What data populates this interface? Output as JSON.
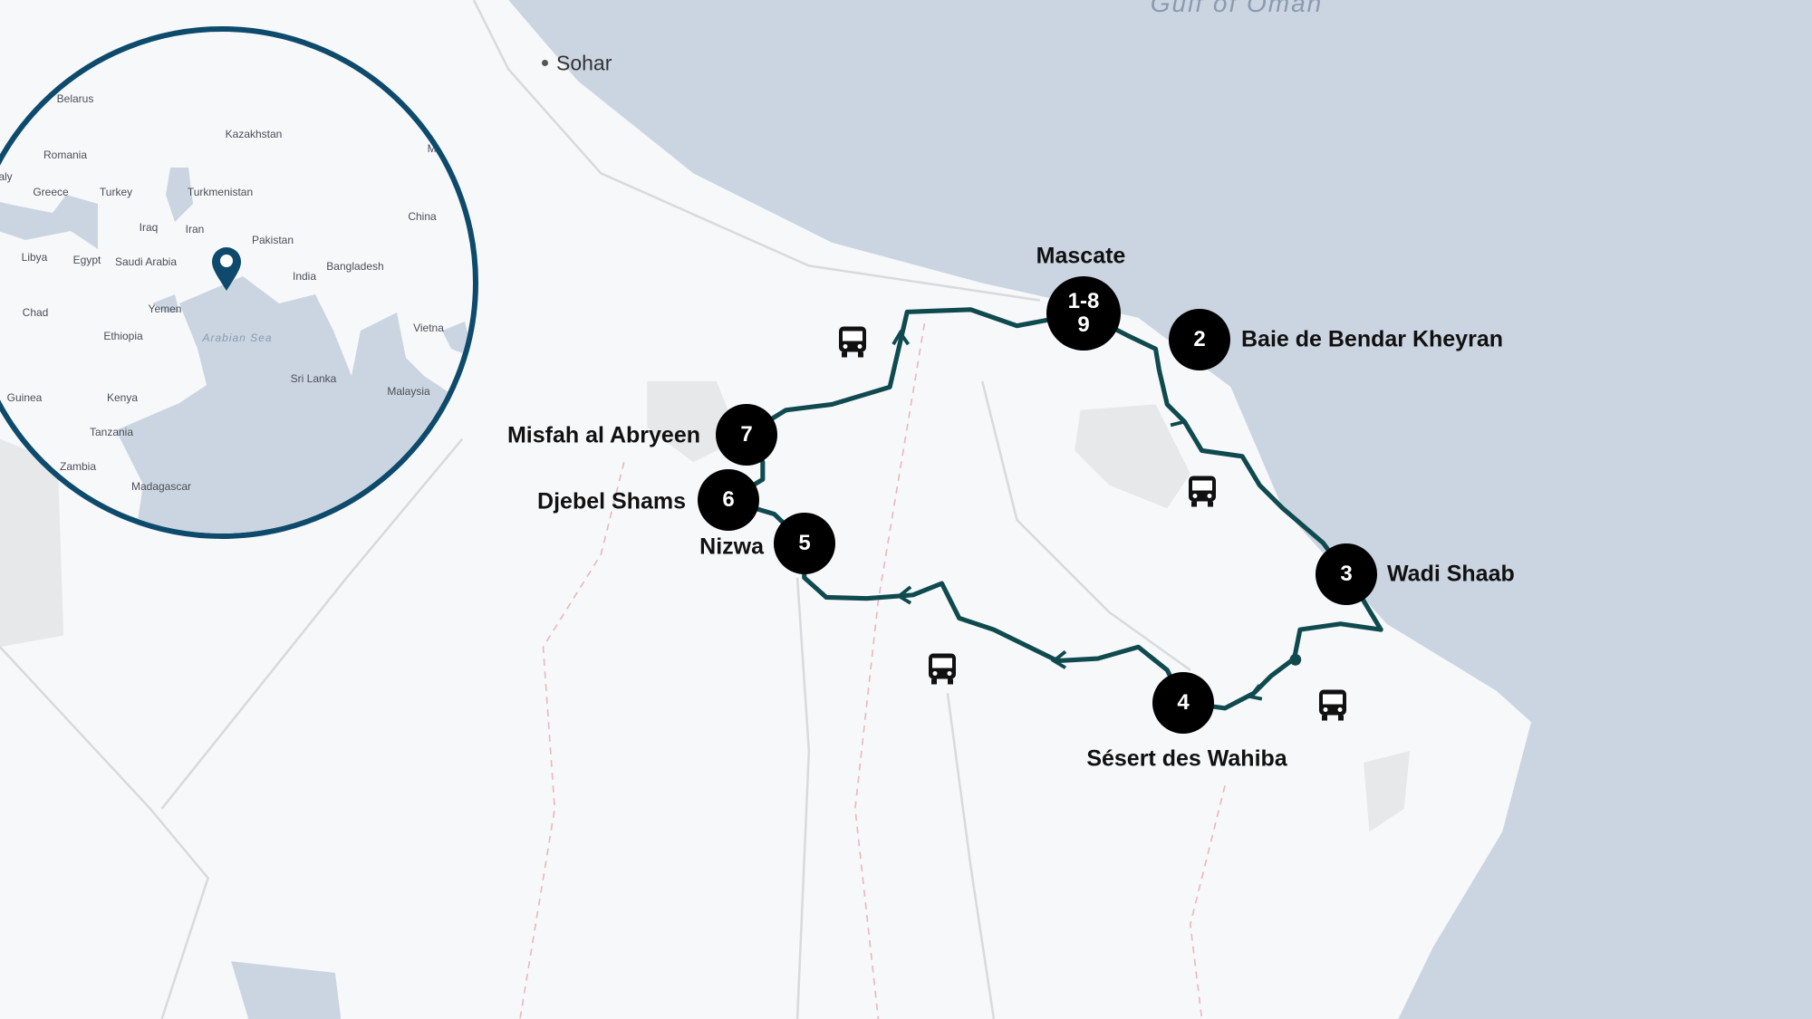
{
  "colors": {
    "route": "#0f4a4f",
    "inset_ring": "#0d4a6b",
    "sea": "#cbd5e1",
    "land": "#f7f8fa",
    "marker": "#000000"
  },
  "map": {
    "sea_label": "Gulf of Oman",
    "city_label": "Sohar",
    "stops": [
      {
        "number_lines": [
          "1-8",
          "9"
        ],
        "name": "Mascate"
      },
      {
        "number_lines": [
          "2"
        ],
        "name": "Baie de Bendar Kheyran"
      },
      {
        "number_lines": [
          "3"
        ],
        "name": "Wadi Shaab"
      },
      {
        "number_lines": [
          "4"
        ],
        "name": "Sésert des Wahiba"
      },
      {
        "number_lines": [
          "5"
        ],
        "name": "Nizwa"
      },
      {
        "number_lines": [
          "6"
        ],
        "name": "Djebel Shams"
      },
      {
        "number_lines": [
          "7"
        ],
        "name": "Misfah al Abryeen"
      }
    ],
    "transport_icon": "bus-icon"
  },
  "inset": {
    "pin_icon": "map-pin-icon",
    "countries": [
      "Belarus",
      "Kazakhstan",
      "Romania",
      "Greece",
      "Turkey",
      "Turkmenistan",
      "China",
      "Iraq",
      "Iran",
      "Pakistan",
      "Libya",
      "Egypt",
      "Saudi Arabia",
      "Bangladesh",
      "India",
      "Chad",
      "Yemen",
      "Ethiopia",
      "Sri Lanka",
      "Malaysia",
      "Guinea",
      "Kenya",
      "Tanzania",
      "Zambia",
      "Madagascar",
      "Mo",
      "Vietna",
      "aly"
    ],
    "sea_label": "Arabian Sea"
  }
}
